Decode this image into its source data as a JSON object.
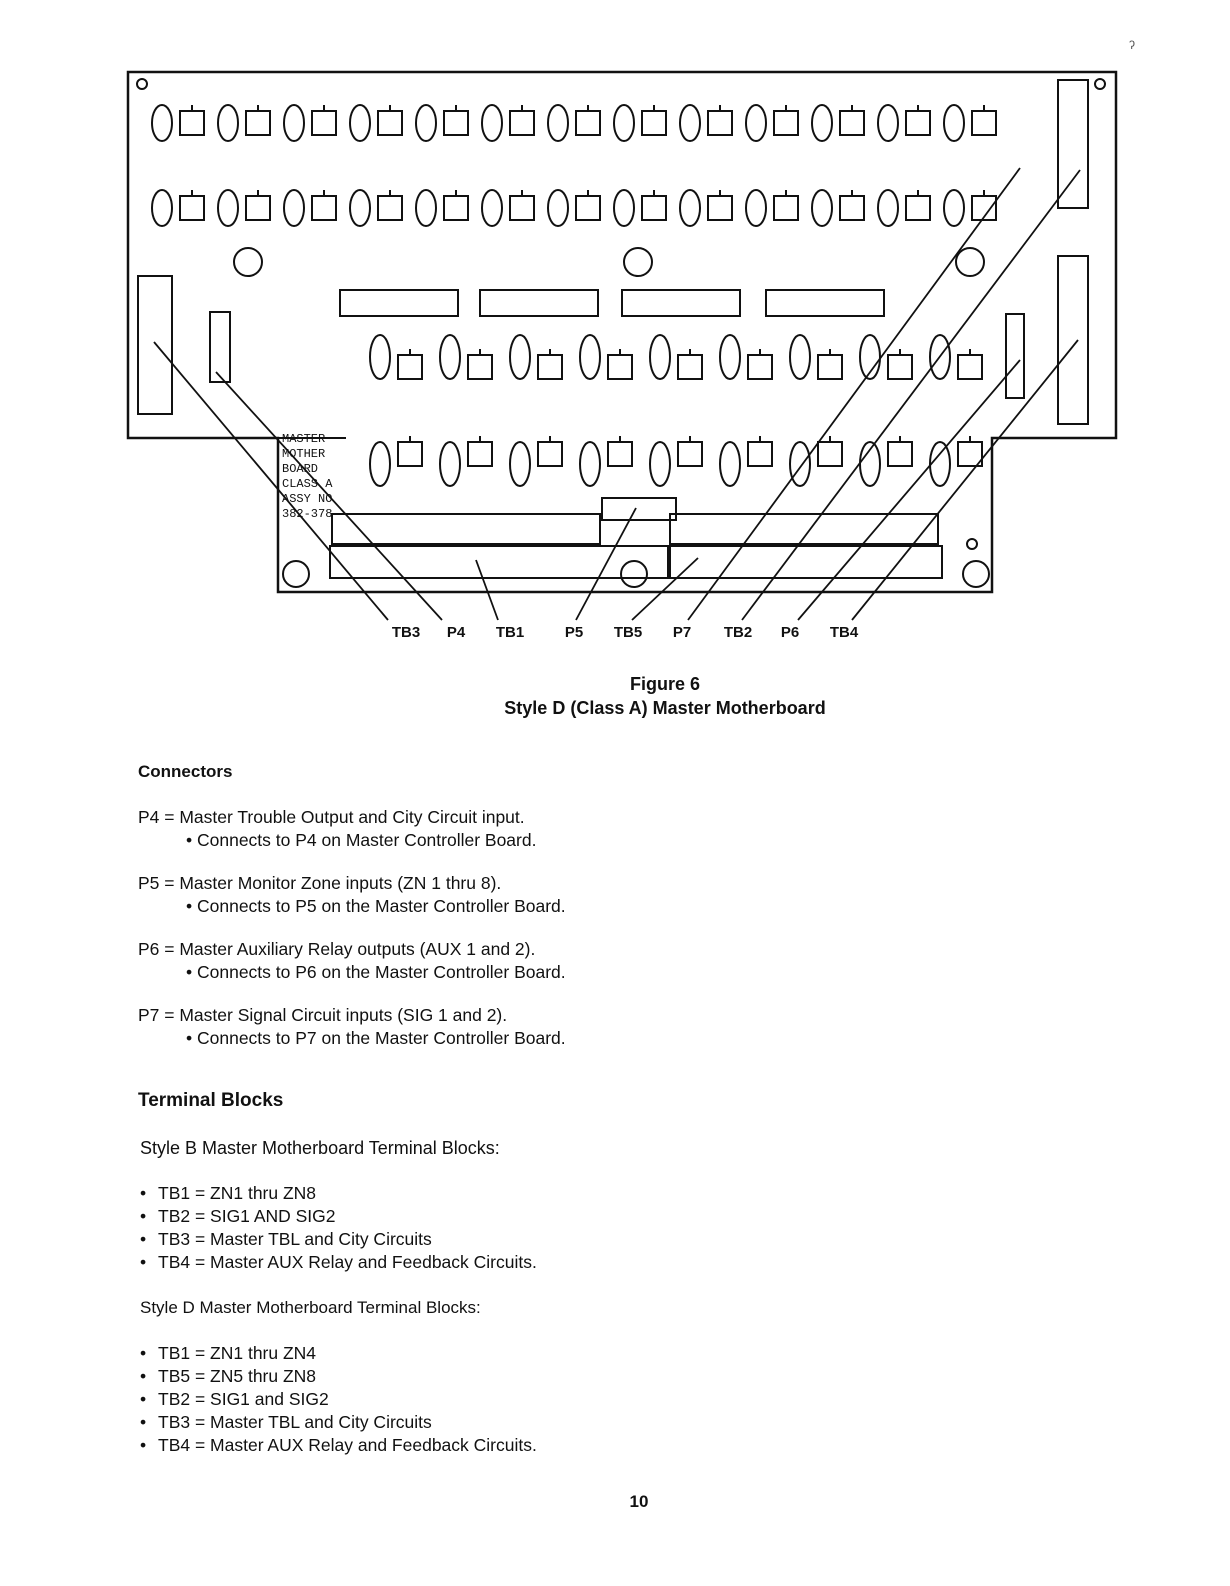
{
  "callouts": [
    "TB3",
    "P4",
    "TB1",
    "P5",
    "TB5",
    "P7",
    "TB2",
    "P6",
    "TB4"
  ],
  "board_label": [
    "MASTER",
    "MOTHER",
    "BOARD",
    "CLASS A",
    "ASSY NO",
    "382-378"
  ],
  "figure": {
    "number": "Figure 6",
    "title": "Style D (Class A) Master Motherboard"
  },
  "connectors": {
    "heading": "Connectors",
    "items": [
      {
        "line": "P4 = Master Trouble Output and City Circuit input.",
        "sub": "• Connects to P4 on Master Controller Board."
      },
      {
        "line": "P5 = Master Monitor Zone inputs (ZN 1 thru 8).",
        "sub": "• Connects to P5 on the Master Controller Board."
      },
      {
        "line": "P6 = Master Auxiliary Relay outputs (AUX 1 and 2).",
        "sub": "• Connects to P6 on the Master Controller Board."
      },
      {
        "line": "P7 = Master Signal Circuit inputs (SIG 1 and 2).",
        "sub": "• Connects to P7 on the Master Controller Board."
      }
    ]
  },
  "terminal_blocks": {
    "heading": "Terminal Blocks",
    "style_b_intro": "Style B Master Motherboard Terminal Blocks:",
    "style_b": [
      "TB1 = ZN1 thru ZN8",
      "TB2 = SIG1 AND SIG2",
      "TB3 = Master TBL and City Circuits",
      "TB4 = Master AUX Relay and Feedback Circuits."
    ],
    "style_d_intro": "Style D Master Motherboard Terminal Blocks:",
    "style_d": [
      "TB1 = ZN1 thru ZN4",
      "TB5 = ZN5 thru ZN8",
      "TB2 = SIG1 and SIG2",
      "TB3 = Master TBL and City Circuits",
      "TB4 = Master AUX Relay and Feedback Circuits."
    ]
  },
  "page_number": "10"
}
